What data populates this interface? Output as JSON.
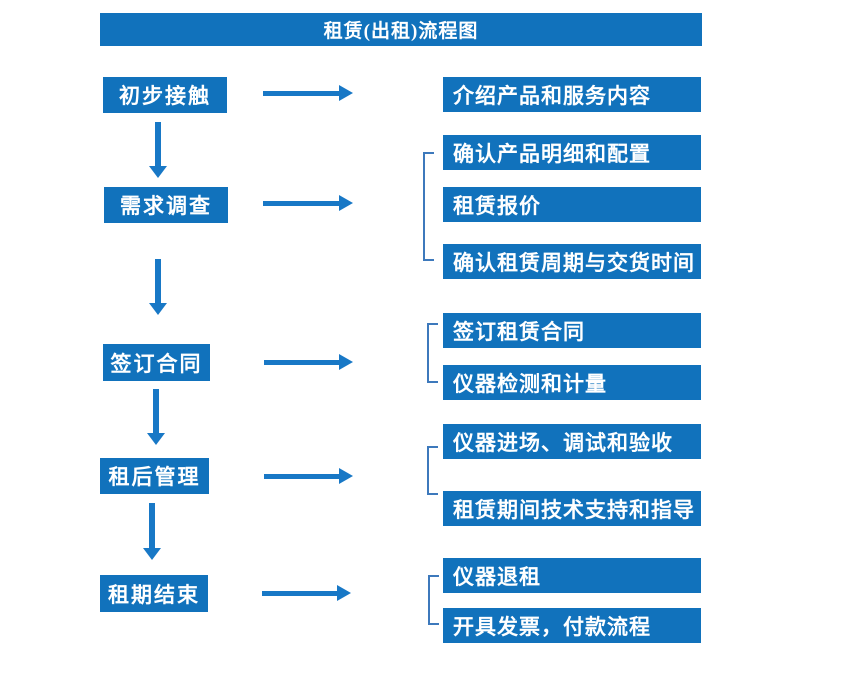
{
  "title": "租赁(出租)流程图",
  "colors": {
    "box": "#1172BC",
    "arrow": "#1878C6",
    "bracket": "#3D79BC",
    "text": "#FFFFFF",
    "page_bg": "#FFFFFF"
  },
  "steps": [
    {
      "label": "初步接触",
      "details": [
        "介绍产品和服务内容"
      ]
    },
    {
      "label": "需求调查",
      "details": [
        "确认产品明细和配置",
        "租赁报价",
        "确认租赁周期与交货时间"
      ]
    },
    {
      "label": "签订合同",
      "details": [
        "签订租赁合同",
        "仪器检测和计量"
      ]
    },
    {
      "label": "租后管理",
      "details": [
        "仪器进场、调试和验收",
        "租赁期间技术支持和指导"
      ]
    },
    {
      "label": "租期结束",
      "details": [
        "仪器退租",
        "开具发票，付款流程"
      ]
    }
  ]
}
